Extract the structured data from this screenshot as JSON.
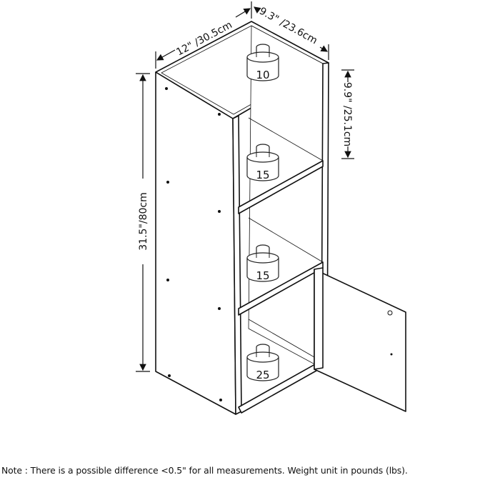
{
  "dimensions": {
    "width": "12\" /30.5cm",
    "depth": "9.3\" /23.6cm",
    "shelf_height": "9.9\" /25.1cm",
    "total_height": "31.5\"/80cm"
  },
  "weights": [
    {
      "label": "10"
    },
    {
      "label": "15"
    },
    {
      "label": "15"
    },
    {
      "label": "25"
    }
  ],
  "note": "Note : There is a possible difference <0.5\" for all measurements. Weight unit in pounds (lbs)."
}
